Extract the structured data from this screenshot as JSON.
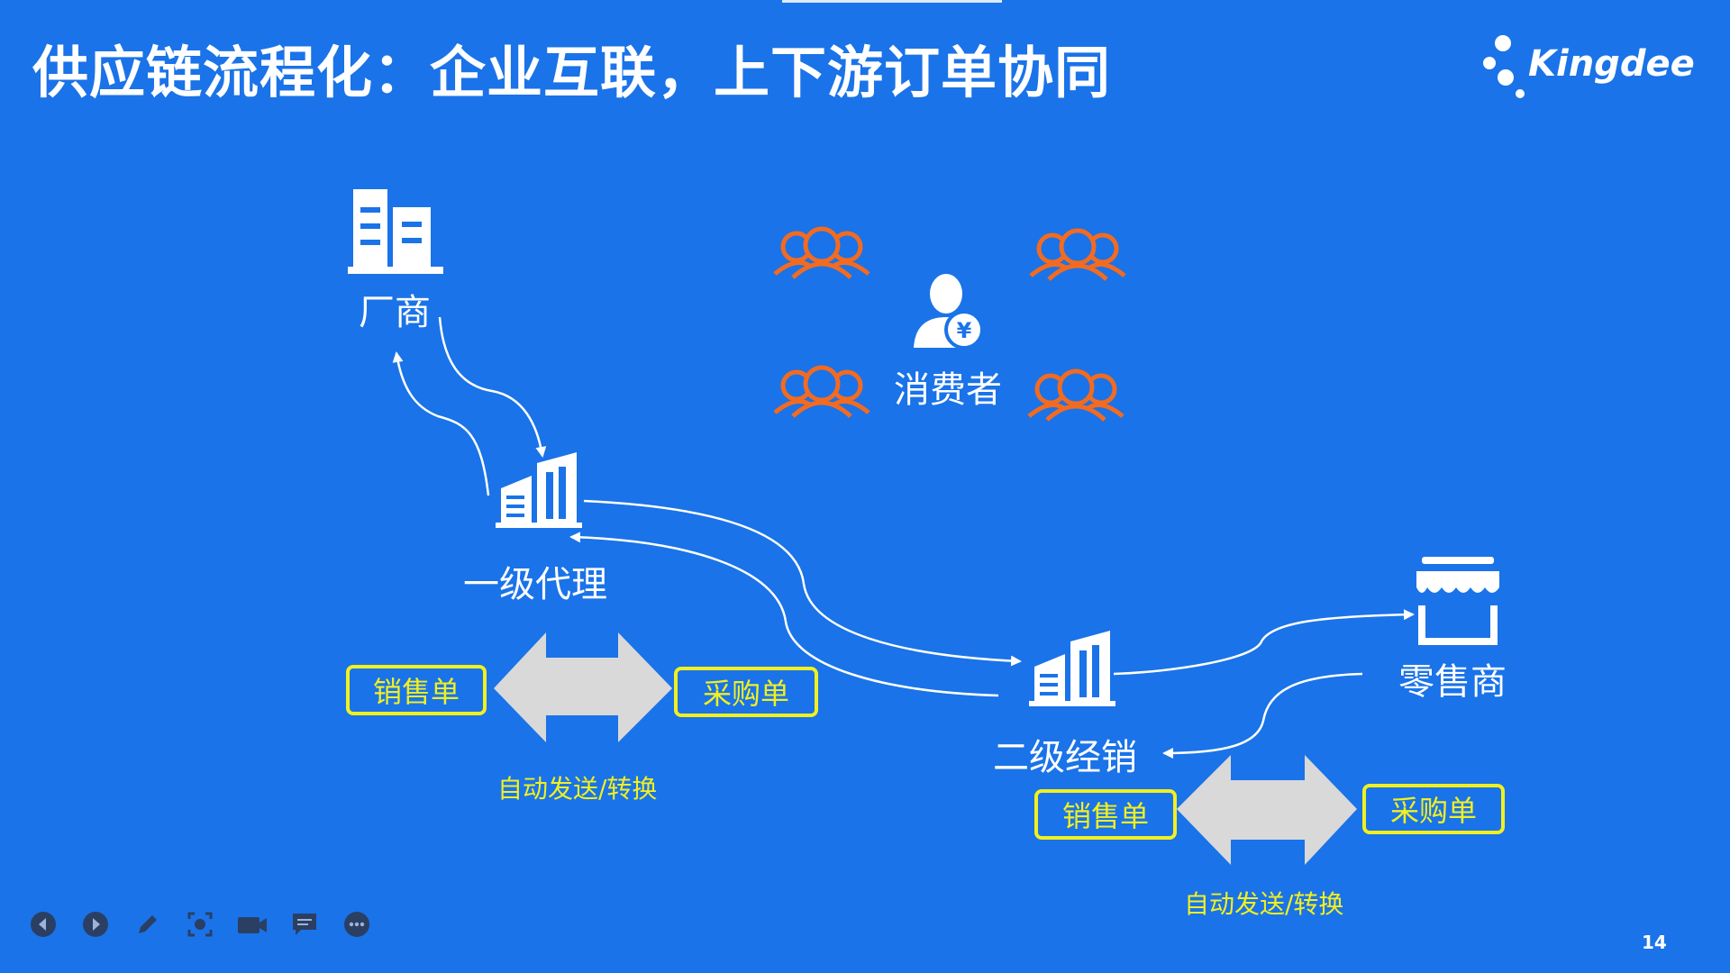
{
  "slide": {
    "title": "供应链流程化：企业互联，上下游订单协同",
    "page_number": "14",
    "accent_color": "#1a73e8",
    "highlight_color": "#f2f01f",
    "consumer_icon_color": "#f26b21"
  },
  "logo": {
    "text": "Kingdee"
  },
  "nodes": {
    "manufacturer": "厂商",
    "first_agent": "一级代理",
    "second_distributor": "二级经销",
    "retailer": "零售商",
    "consumer": "消费者"
  },
  "left_flow": {
    "sales_order": "销售单",
    "purchase_order": "采购单",
    "auto_label": "自动发送/转换"
  },
  "right_flow": {
    "sales_order": "销售单",
    "purchase_order": "采购单",
    "auto_label": "自动发送/转换"
  },
  "controls": [
    {
      "icon": "previous-icon"
    },
    {
      "icon": "next-icon"
    },
    {
      "icon": "pen-icon"
    },
    {
      "icon": "focus-icon"
    },
    {
      "icon": "camera-icon"
    },
    {
      "icon": "comment-icon"
    },
    {
      "icon": "more-icon"
    }
  ]
}
